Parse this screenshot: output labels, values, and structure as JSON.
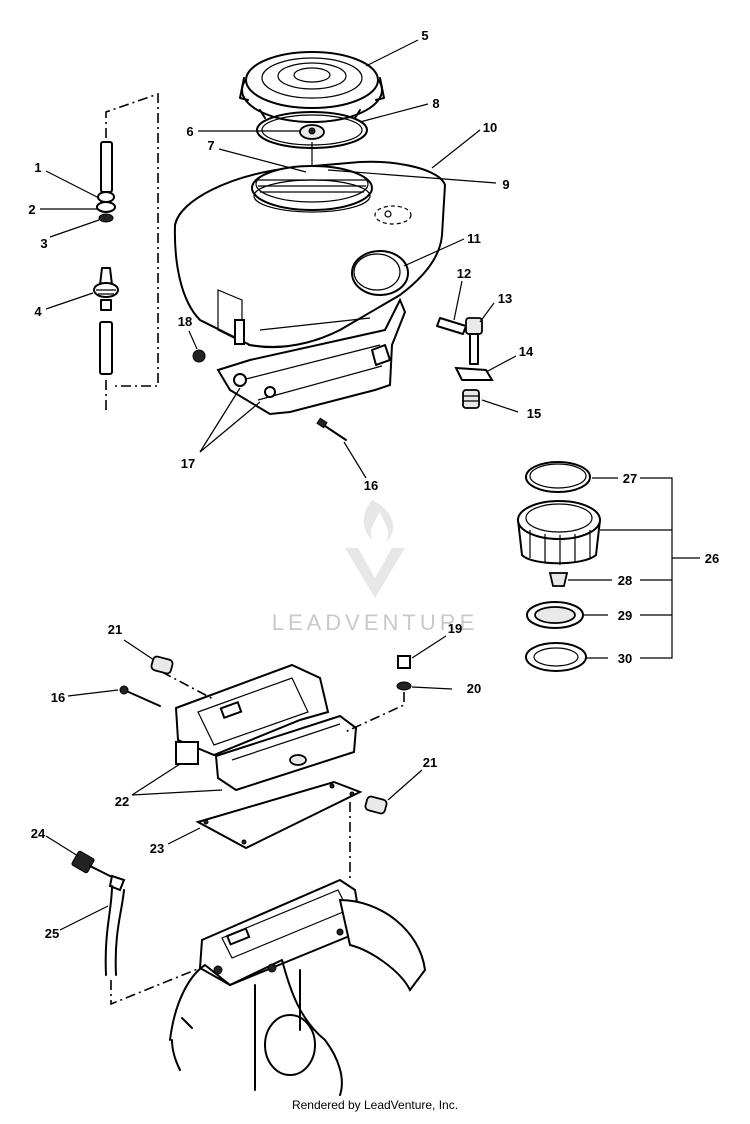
{
  "callouts": [
    {
      "id": "c1",
      "label": "1"
    },
    {
      "id": "c2",
      "label": "2"
    },
    {
      "id": "c3",
      "label": "3"
    },
    {
      "id": "c4",
      "label": "4"
    },
    {
      "id": "c5",
      "label": "5"
    },
    {
      "id": "c6",
      "label": "6"
    },
    {
      "id": "c7",
      "label": "7"
    },
    {
      "id": "c8",
      "label": "8"
    },
    {
      "id": "c9",
      "label": "9"
    },
    {
      "id": "c10",
      "label": "10"
    },
    {
      "id": "c11",
      "label": "11"
    },
    {
      "id": "c12",
      "label": "12"
    },
    {
      "id": "c13",
      "label": "13"
    },
    {
      "id": "c14",
      "label": "14"
    },
    {
      "id": "c15",
      "label": "15"
    },
    {
      "id": "c16a",
      "label": "16"
    },
    {
      "id": "c17",
      "label": "17"
    },
    {
      "id": "c18",
      "label": "18"
    },
    {
      "id": "c27",
      "label": "27"
    },
    {
      "id": "c26",
      "label": "26"
    },
    {
      "id": "c28",
      "label": "28"
    },
    {
      "id": "c29",
      "label": "29"
    },
    {
      "id": "c30",
      "label": "30"
    },
    {
      "id": "c19",
      "label": "19"
    },
    {
      "id": "c20",
      "label": "20"
    },
    {
      "id": "c21a",
      "label": "21"
    },
    {
      "id": "c16b",
      "label": "16"
    },
    {
      "id": "c22",
      "label": "22"
    },
    {
      "id": "c21b",
      "label": "21"
    },
    {
      "id": "c23",
      "label": "23"
    },
    {
      "id": "c24",
      "label": "24"
    },
    {
      "id": "c25",
      "label": "25"
    }
  ],
  "watermark": {
    "text": "LEADVENTURE"
  },
  "footer": {
    "text": "Rendered by LeadVenture, Inc."
  }
}
